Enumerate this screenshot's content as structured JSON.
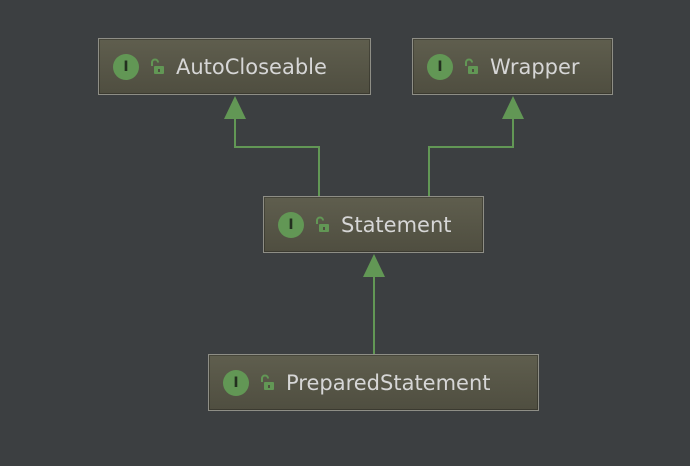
{
  "diagram": {
    "background_color": "#3c3f41",
    "edge_color": "#629755",
    "nodes": [
      {
        "id": "autocloseable",
        "label": "AutoCloseable",
        "kind_letter": "I",
        "type_icon": "interface-icon",
        "visibility_icon": "public-unlocked-icon"
      },
      {
        "id": "wrapper",
        "label": "Wrapper",
        "kind_letter": "I",
        "type_icon": "interface-icon",
        "visibility_icon": "public-unlocked-icon"
      },
      {
        "id": "statement",
        "label": "Statement",
        "kind_letter": "I",
        "type_icon": "interface-icon",
        "visibility_icon": "public-unlocked-icon"
      },
      {
        "id": "prepared",
        "label": "PreparedStatement",
        "kind_letter": "I",
        "type_icon": "interface-icon",
        "visibility_icon": "public-unlocked-icon"
      }
    ],
    "edges": [
      {
        "from": "statement",
        "to": "autocloseable",
        "relation": "extends"
      },
      {
        "from": "statement",
        "to": "wrapper",
        "relation": "extends"
      },
      {
        "from": "prepared",
        "to": "statement",
        "relation": "extends"
      }
    ]
  }
}
